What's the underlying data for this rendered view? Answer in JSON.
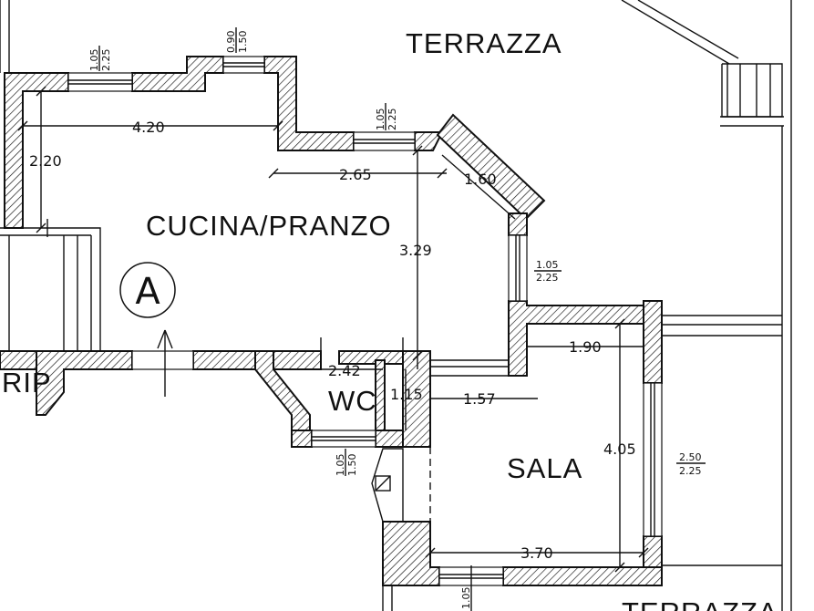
{
  "rooms": {
    "terrazza_top": "TERRAZZA",
    "terrazza_bottom": "TERRAZZA",
    "cucina": "CUCINA/PRANZO",
    "wc": "WC",
    "sala": "SALA",
    "rip": "RIP"
  },
  "marker": "A",
  "dimensions": {
    "cucina_width": "4.20",
    "cucina_height": "2.20",
    "cucina_mid_width": "2.65",
    "bay_diag": "1.60",
    "cucina_depth": "3.29",
    "wc_width": "2.42",
    "wc_depth": "1.15",
    "corridor": "1.57",
    "sala_top": "1.90",
    "sala_height": "4.05",
    "sala_width": "3.70"
  },
  "windows": {
    "w1": [
      "1.05",
      "2.25"
    ],
    "w2": [
      "0.90",
      "1.50"
    ],
    "w3": [
      "1.05",
      "2.25"
    ],
    "w4": [
      "1.05",
      "2.25"
    ],
    "w5": [
      "2.50",
      "2.25"
    ],
    "w6": [
      "1.05",
      "1.50"
    ],
    "w7": [
      "1.05"
    ]
  }
}
